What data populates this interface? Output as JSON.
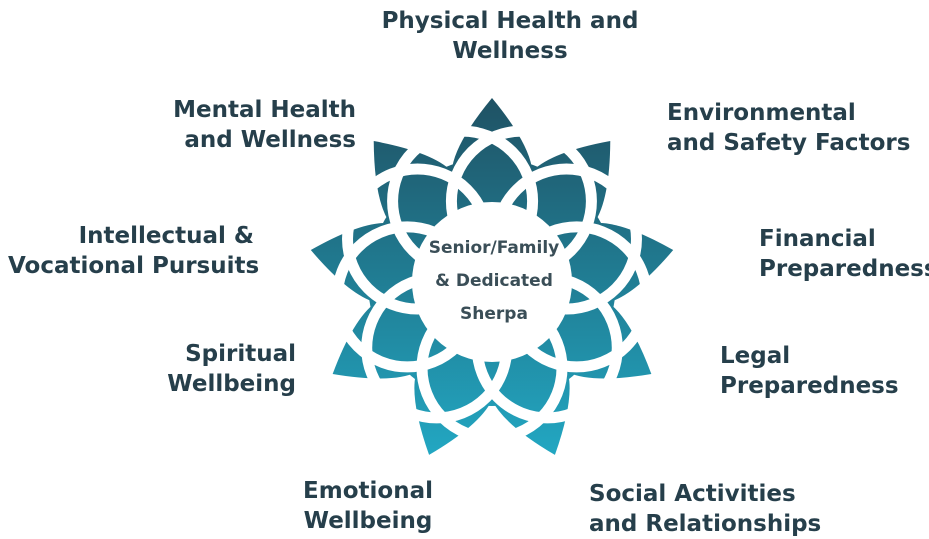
{
  "center": {
    "lines": [
      "Senior/Family",
      "& Dedicated",
      "Sherpa"
    ]
  },
  "dimensions": [
    {
      "lines": [
        "Physical Health and",
        "Wellness"
      ]
    },
    {
      "lines": [
        "Environmental",
        "and Safety Factors"
      ]
    },
    {
      "lines": [
        "Financial",
        "Preparedness"
      ]
    },
    {
      "lines": [
        "Legal",
        "Preparedness"
      ]
    },
    {
      "lines": [
        "Social Activities",
        "and Relationships"
      ]
    },
    {
      "lines": [
        "Emotional",
        "Wellbeing"
      ]
    },
    {
      "lines": [
        "Spiritual",
        "Wellbeing"
      ]
    },
    {
      "lines": [
        "Intellectual &",
        "Vocational Pursuits"
      ]
    },
    {
      "lines": [
        "Mental Health",
        "and Wellness"
      ]
    }
  ],
  "colors": {
    "label_text": "#263f4b",
    "center_text": "#3a4e57",
    "petal_top": "#1f5163",
    "petal_bottom": "#22a7c2",
    "background": "#ffffff"
  }
}
